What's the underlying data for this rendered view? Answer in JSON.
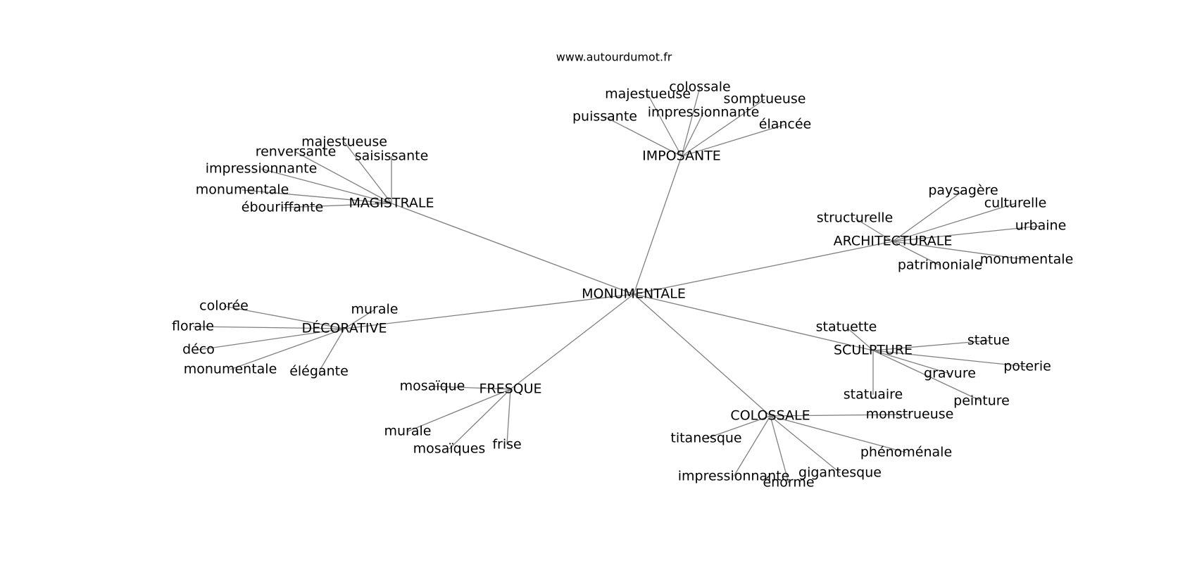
{
  "site": "www.autourdumot.fr",
  "root": "MONUMENTALE",
  "hubs": [
    {
      "id": "imposante",
      "label": "IMPOSANTE",
      "words": [
        "colossale",
        "majestueuse",
        "somptueuse",
        "impressionnante",
        "puissante",
        "élancée"
      ]
    },
    {
      "id": "magistrale",
      "label": "MAGISTRALE",
      "words": [
        "majestueuse",
        "renversante",
        "saisissante",
        "impressionnante",
        "monumentale",
        "ébouriffante"
      ]
    },
    {
      "id": "architecturale",
      "label": "ARCHITECTURALE",
      "words": [
        "paysagère",
        "culturelle",
        "structurelle",
        "urbaine",
        "monumentale",
        "patrimoniale"
      ]
    },
    {
      "id": "decorative",
      "label": "DÉCORATIVE",
      "words": [
        "colorée",
        "murale",
        "florale",
        "déco",
        "monumentale",
        "élégante"
      ]
    },
    {
      "id": "sculpture",
      "label": "SCULPTURE",
      "words": [
        "statuette",
        "statue",
        "poterie",
        "gravure",
        "statuaire",
        "peinture"
      ]
    },
    {
      "id": "fresque",
      "label": "FRESQUE",
      "words": [
        "mosaïque",
        "murale",
        "mosaïques",
        "frise"
      ]
    },
    {
      "id": "colossale",
      "label": "COLOSSALE",
      "words": [
        "monstrueuse",
        "titanesque",
        "phénoménale",
        "gigantesque",
        "impressionnante",
        "énorme"
      ]
    }
  ]
}
